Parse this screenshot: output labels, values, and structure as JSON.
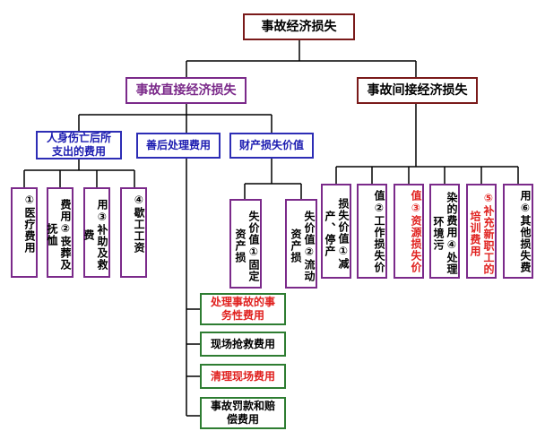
{
  "root": "事故经济损失",
  "direct": {
    "title": "事故直接经济损失",
    "personal": "人身伤亡后所支出的费用",
    "aftermath": "善后处理费用",
    "property": "财产损失价值",
    "personal_items": [
      "①医疗费用",
      "费用②丧葬及抚恤",
      "用③补助及救费",
      "④歇工工资"
    ],
    "property_items": [
      "失价值①固定资产损",
      "失价值②流动资产损"
    ],
    "aftermath_items": [
      "处理事故的事务性费用",
      "现场抢救费用",
      "清理现场费用",
      "事故罚款和赔偿费用"
    ]
  },
  "indirect": {
    "title": "事故间接经济损失",
    "items": [
      "损失价值①减产、停产",
      "值②工作损失价",
      "值③资源损失价",
      "染的费用④处理环境污",
      "⑤补充新职工的培训费用",
      "用⑥其他损失费"
    ]
  },
  "colors": {
    "dark_border": "#7a1a1a",
    "purple": "#7b2a8a",
    "blue": "#2d2db5",
    "green": "#2e7d32",
    "red": "#e0201e"
  }
}
